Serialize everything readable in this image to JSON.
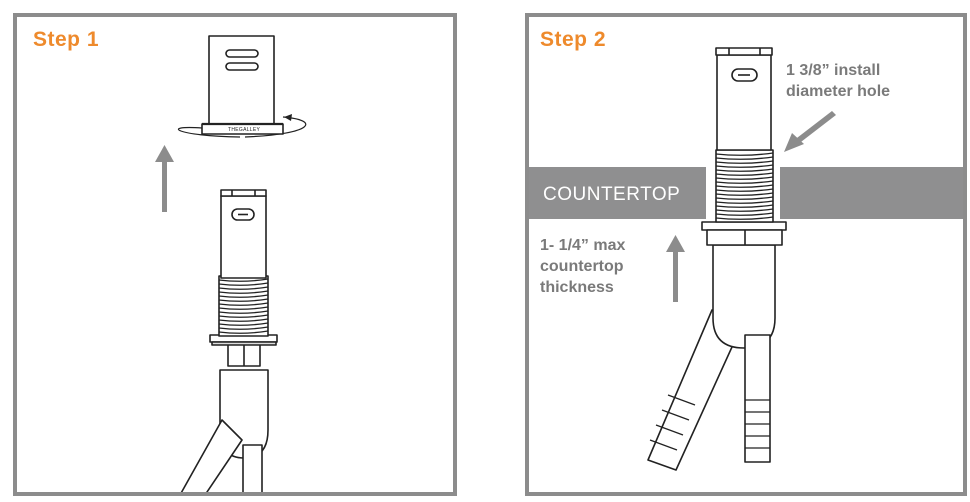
{
  "step1": {
    "title": "Step 1",
    "logo_text": "THEGALLEY"
  },
  "step2": {
    "title": "Step 2",
    "hole_label_line1": "1 3/8” install",
    "hole_label_line2": "diameter hole",
    "countertop_label": "COUNTERTOP",
    "thickness_line1": "1- 1/4” max",
    "thickness_line2": "countertop",
    "thickness_line3": "thickness"
  },
  "colors": {
    "accent": "#ee8a2c",
    "border": "#8c8c8c",
    "countertop": "#8f8f90",
    "text": "#7a7a7a"
  }
}
